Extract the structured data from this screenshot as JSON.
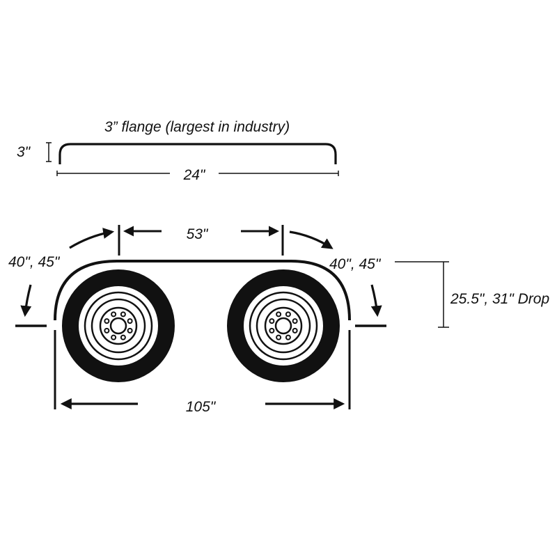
{
  "profile": {
    "flange_label": "3” flange (largest in industry)",
    "height_label": "3\"",
    "width_label": "24\""
  },
  "fender": {
    "spacing_label": "53\"",
    "radius_left_label": "40\", 45\"",
    "radius_right_label": "40\", 45\"",
    "drop_label": "25.5\", 31\" Drop",
    "length_label": "105\""
  },
  "colors": {
    "ink": "#111111",
    "background": "#ffffff"
  }
}
